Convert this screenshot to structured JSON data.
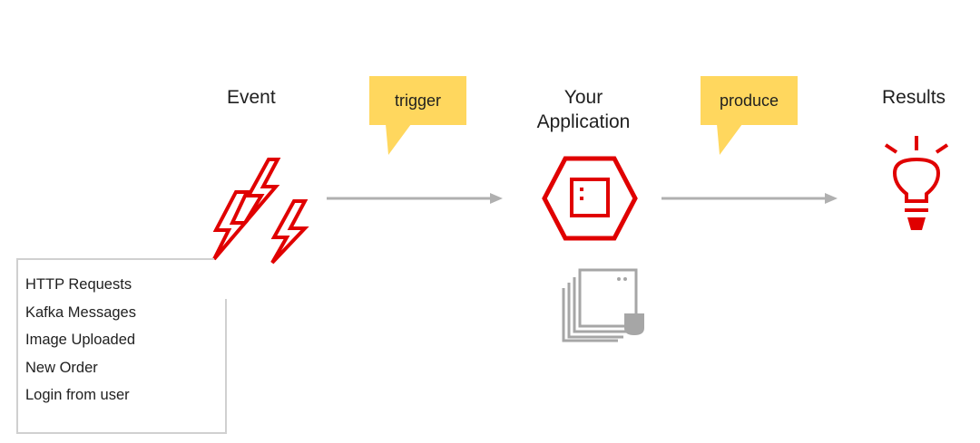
{
  "stages": {
    "event": "Event",
    "application_line1": "Your",
    "application_line2": "Application",
    "results": "Results"
  },
  "callouts": {
    "trigger": "trigger",
    "produce": "produce"
  },
  "event_examples": [
    "HTTP Requests",
    "Kafka Messages",
    "Image Uploaded",
    "New Order",
    "Login from user"
  ],
  "colors": {
    "accent_red": "#e00000",
    "callout_yellow": "#ffd75e",
    "arrow_gray": "#b0b0b0",
    "icon_gray": "#a6a6a6",
    "text": "#1f1f1f"
  },
  "icons": {
    "event": "lightning-bolts-icon",
    "application": "hexagon-app-icon",
    "container": "stacked-containers-icon",
    "results": "lightbulb-icon"
  }
}
